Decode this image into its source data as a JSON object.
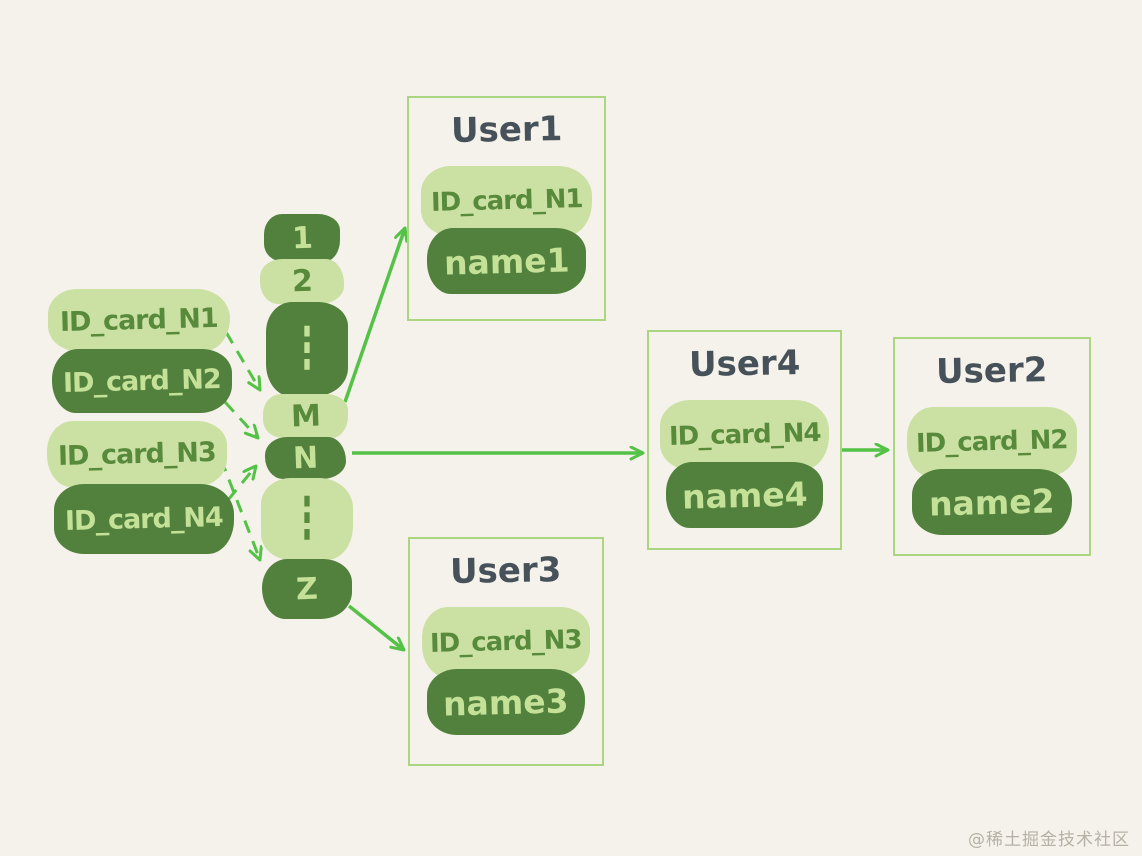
{
  "page": {
    "watermark": "@稀土掘金技术社区",
    "background_color": "#f4f2ea"
  },
  "colors": {
    "pill_light_bg": "#cbe1a3",
    "pill_dark_bg": "#52813d",
    "text_on_light": "#588a3c",
    "text_on_dark": "#c4e197",
    "arrow_green": "#53c246",
    "box_border": "#aad680",
    "title_text": "#46515a",
    "watermark_text": "#b5b1a6"
  },
  "id_cards": [
    {
      "label": "ID_card_N1",
      "variant": "light"
    },
    {
      "label": "ID_card_N2",
      "variant": "dark"
    },
    {
      "label": "ID_card_N3",
      "variant": "light"
    },
    {
      "label": "ID_card_N4",
      "variant": "dark"
    }
  ],
  "hash_slots": [
    {
      "label": "1",
      "variant": "dark"
    },
    {
      "label": "2",
      "variant": "light"
    },
    {
      "label": "⋮",
      "variant": "dark"
    },
    {
      "label": "M",
      "variant": "light"
    },
    {
      "label": "N",
      "variant": "dark"
    },
    {
      "label": "⋮",
      "variant": "light"
    },
    {
      "label": "Z",
      "variant": "dark"
    }
  ],
  "users": [
    {
      "title": "User1",
      "id_card": "ID_card_N1",
      "name": "name1"
    },
    {
      "title": "User2",
      "id_card": "ID_card_N2",
      "name": "name2"
    },
    {
      "title": "User3",
      "id_card": "ID_card_N3",
      "name": "name3"
    },
    {
      "title": "User4",
      "id_card": "ID_card_N4",
      "name": "name4"
    }
  ],
  "connections": {
    "dashed": [
      {
        "from": "ID_card_N1",
        "to": "slot M"
      },
      {
        "from": "ID_card_N2",
        "to": "slot N"
      },
      {
        "from": "ID_card_N4",
        "to": "slot N"
      },
      {
        "from": "ID_card_N3",
        "to": "slot Z"
      }
    ],
    "solid": [
      {
        "from": "slot M",
        "to": "User1"
      },
      {
        "from": "slot N",
        "to": "User4"
      },
      {
        "from": "slot Z",
        "to": "User3"
      },
      {
        "from": "User4",
        "to": "User2"
      }
    ]
  }
}
